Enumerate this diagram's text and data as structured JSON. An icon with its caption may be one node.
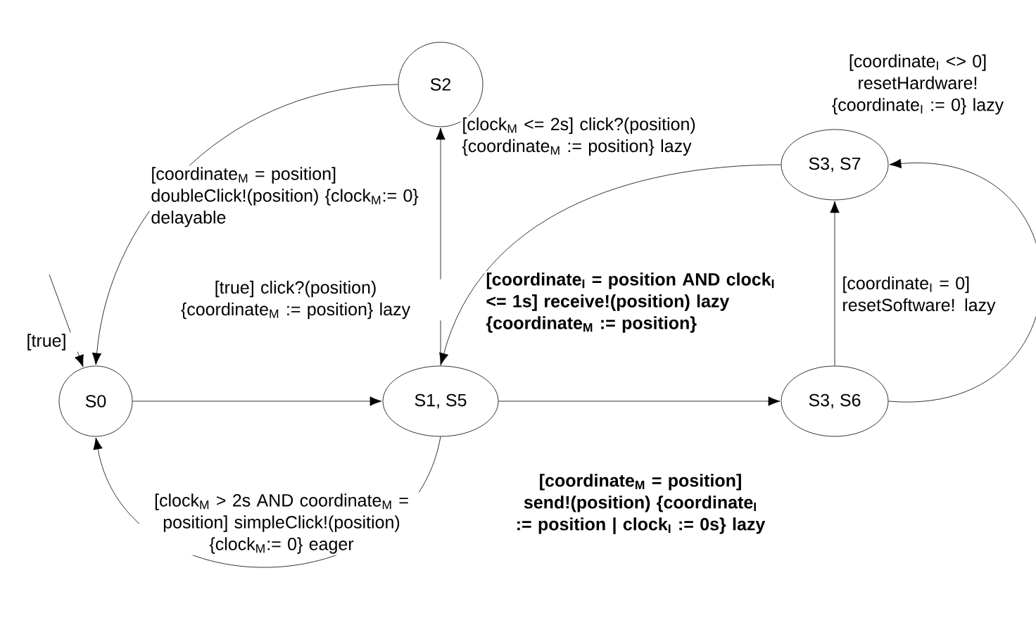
{
  "diagram": {
    "nodes": [
      {
        "text": [
          "S0"
        ]
      },
      {
        "text": [
          "S1, S5"
        ]
      },
      {
        "text": [
          "S2"
        ]
      },
      {
        "text": [
          "S3, S6"
        ]
      },
      {
        "text": [
          "S3, S7"
        ]
      }
    ],
    "edges": [
      {
        "from": null,
        "to": 0,
        "arrow": "to",
        "label": "[true]"
      },
      {
        "from": 0,
        "to": 1,
        "arrow": "to",
        "label": "[true] click?(position) {coordinate$_{M}$ := position} lazy"
      },
      {
        "from": 1,
        "to": 2,
        "arrow": "to",
        "label": "[clock$_{M}$ <= 2s] click?(position) {coordinate$_{M}$ := position} lazy"
      },
      {
        "from": 2,
        "to": 0,
        "arrow": "to",
        "label": "[coordinate$_{M}$ = position] doubleClick!(position) {clock$_{M}$:= 0} delayable"
      },
      {
        "from": 4,
        "to": 1,
        "arrow": "to",
        "label": "[coordinate$_{I}$ = position AND clock$_{I}$ <= 1s] receive!(position) lazy {coordinate$_{M}$ := position}"
      },
      {
        "from": 1,
        "to": 3,
        "arrow": "to",
        "label": "[coordinate$_{M}$ = position] send!(position) {coordinate$_{I}$ := position | clock$_{I}$ := 0s} lazy"
      },
      {
        "from": 1,
        "to": 0,
        "arrow": "to",
        "label": "[clock$_{M}$ > 2s AND coordinate$_{M}$ = position] simpleClick!(position) {clock$_{M}$:= 0} eager"
      },
      {
        "from": 3,
        "to": 4,
        "arrow": "to",
        "label": "[coordinate$_{I}$ = 0] resetSoftware! lazy"
      },
      {
        "from": 3,
        "to": 4,
        "arrow": "to",
        "label": "[coordinate$_{I}$ <> 0] resetHardware! {coordinate$_{I}$ := 0} lazy"
      }
    ]
  }
}
